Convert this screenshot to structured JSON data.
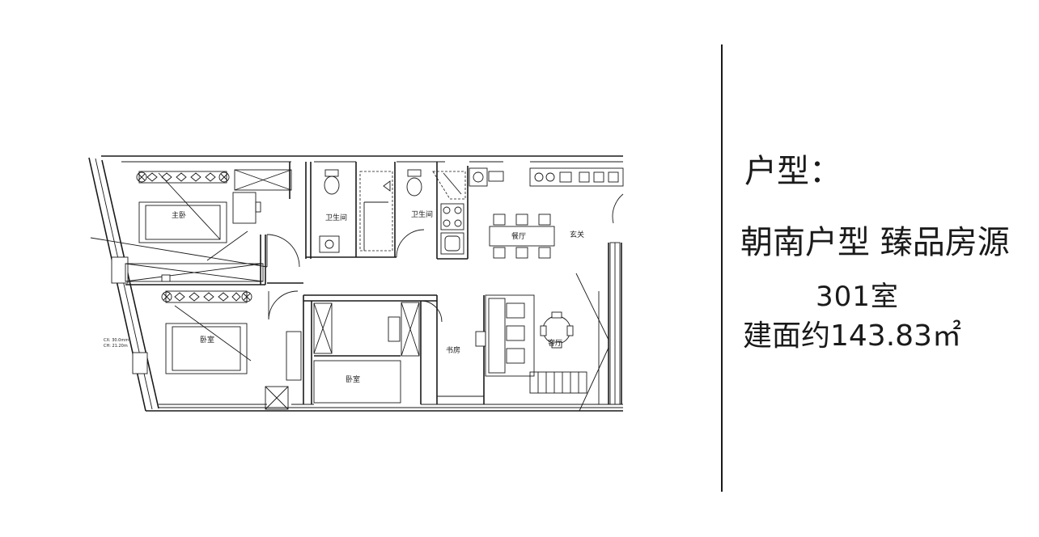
{
  "info": {
    "heading": "户型：",
    "line1": "朝南户型 臻品房源",
    "room_no": "301室",
    "area": "建面约143.83㎡"
  },
  "plan": {
    "rooms": {
      "master_bedroom": "主卧",
      "bathroom_1": "卫生间",
      "bathroom_2": "卫生间",
      "dining": "餐厅",
      "foyer": "玄关",
      "bedroom_left": "卧室",
      "study": "书房",
      "living": "客厅",
      "bedroom_middle": "卧室"
    },
    "dims": {
      "cx": "CX: 30.0mm",
      "ch": "CH: 21.20m"
    }
  },
  "colors": {
    "line": "#1a1a1a",
    "background": "#ffffff"
  }
}
